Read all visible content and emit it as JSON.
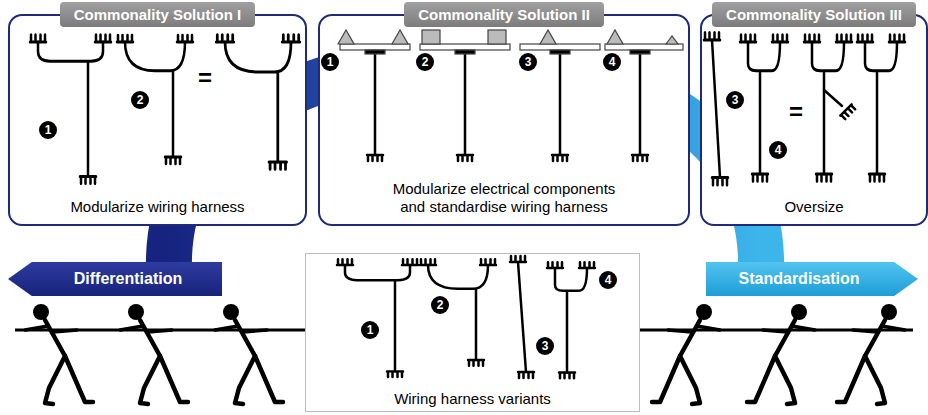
{
  "diagram": {
    "nodes": [
      {
        "text": [
          "Commonality Solution I",
          "Modularize wiring harness"
        ]
      },
      {
        "text": [
          "Commonality Solution II",
          "Modularize electrical components and standardise wiring harness"
        ]
      },
      {
        "text": [
          "Commonality Solution III",
          "Oversize"
        ]
      },
      {
        "text": [
          "Differentiation"
        ]
      },
      {
        "text": [
          "Wiring harness variants"
        ]
      },
      {
        "text": [
          "Standardisation"
        ]
      }
    ],
    "labels": [
      "1",
      "2",
      "=",
      "1",
      "2",
      "3",
      "4",
      "3",
      "=",
      "4",
      "1",
      "2",
      "3",
      "4"
    ]
  }
}
